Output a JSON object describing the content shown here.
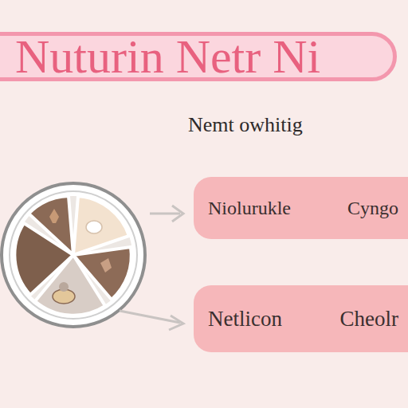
{
  "diagram": {
    "nodes": [
      {
        "text": [
          "Nuturin Netr Ni"
        ]
      },
      {
        "text": [
          "Niolurukle",
          "Cyngo"
        ]
      },
      {
        "text": [
          "Netlicon",
          "Cheolr"
        ]
      }
    ],
    "labels": [
      "Nemt owhitig"
    ]
  }
}
